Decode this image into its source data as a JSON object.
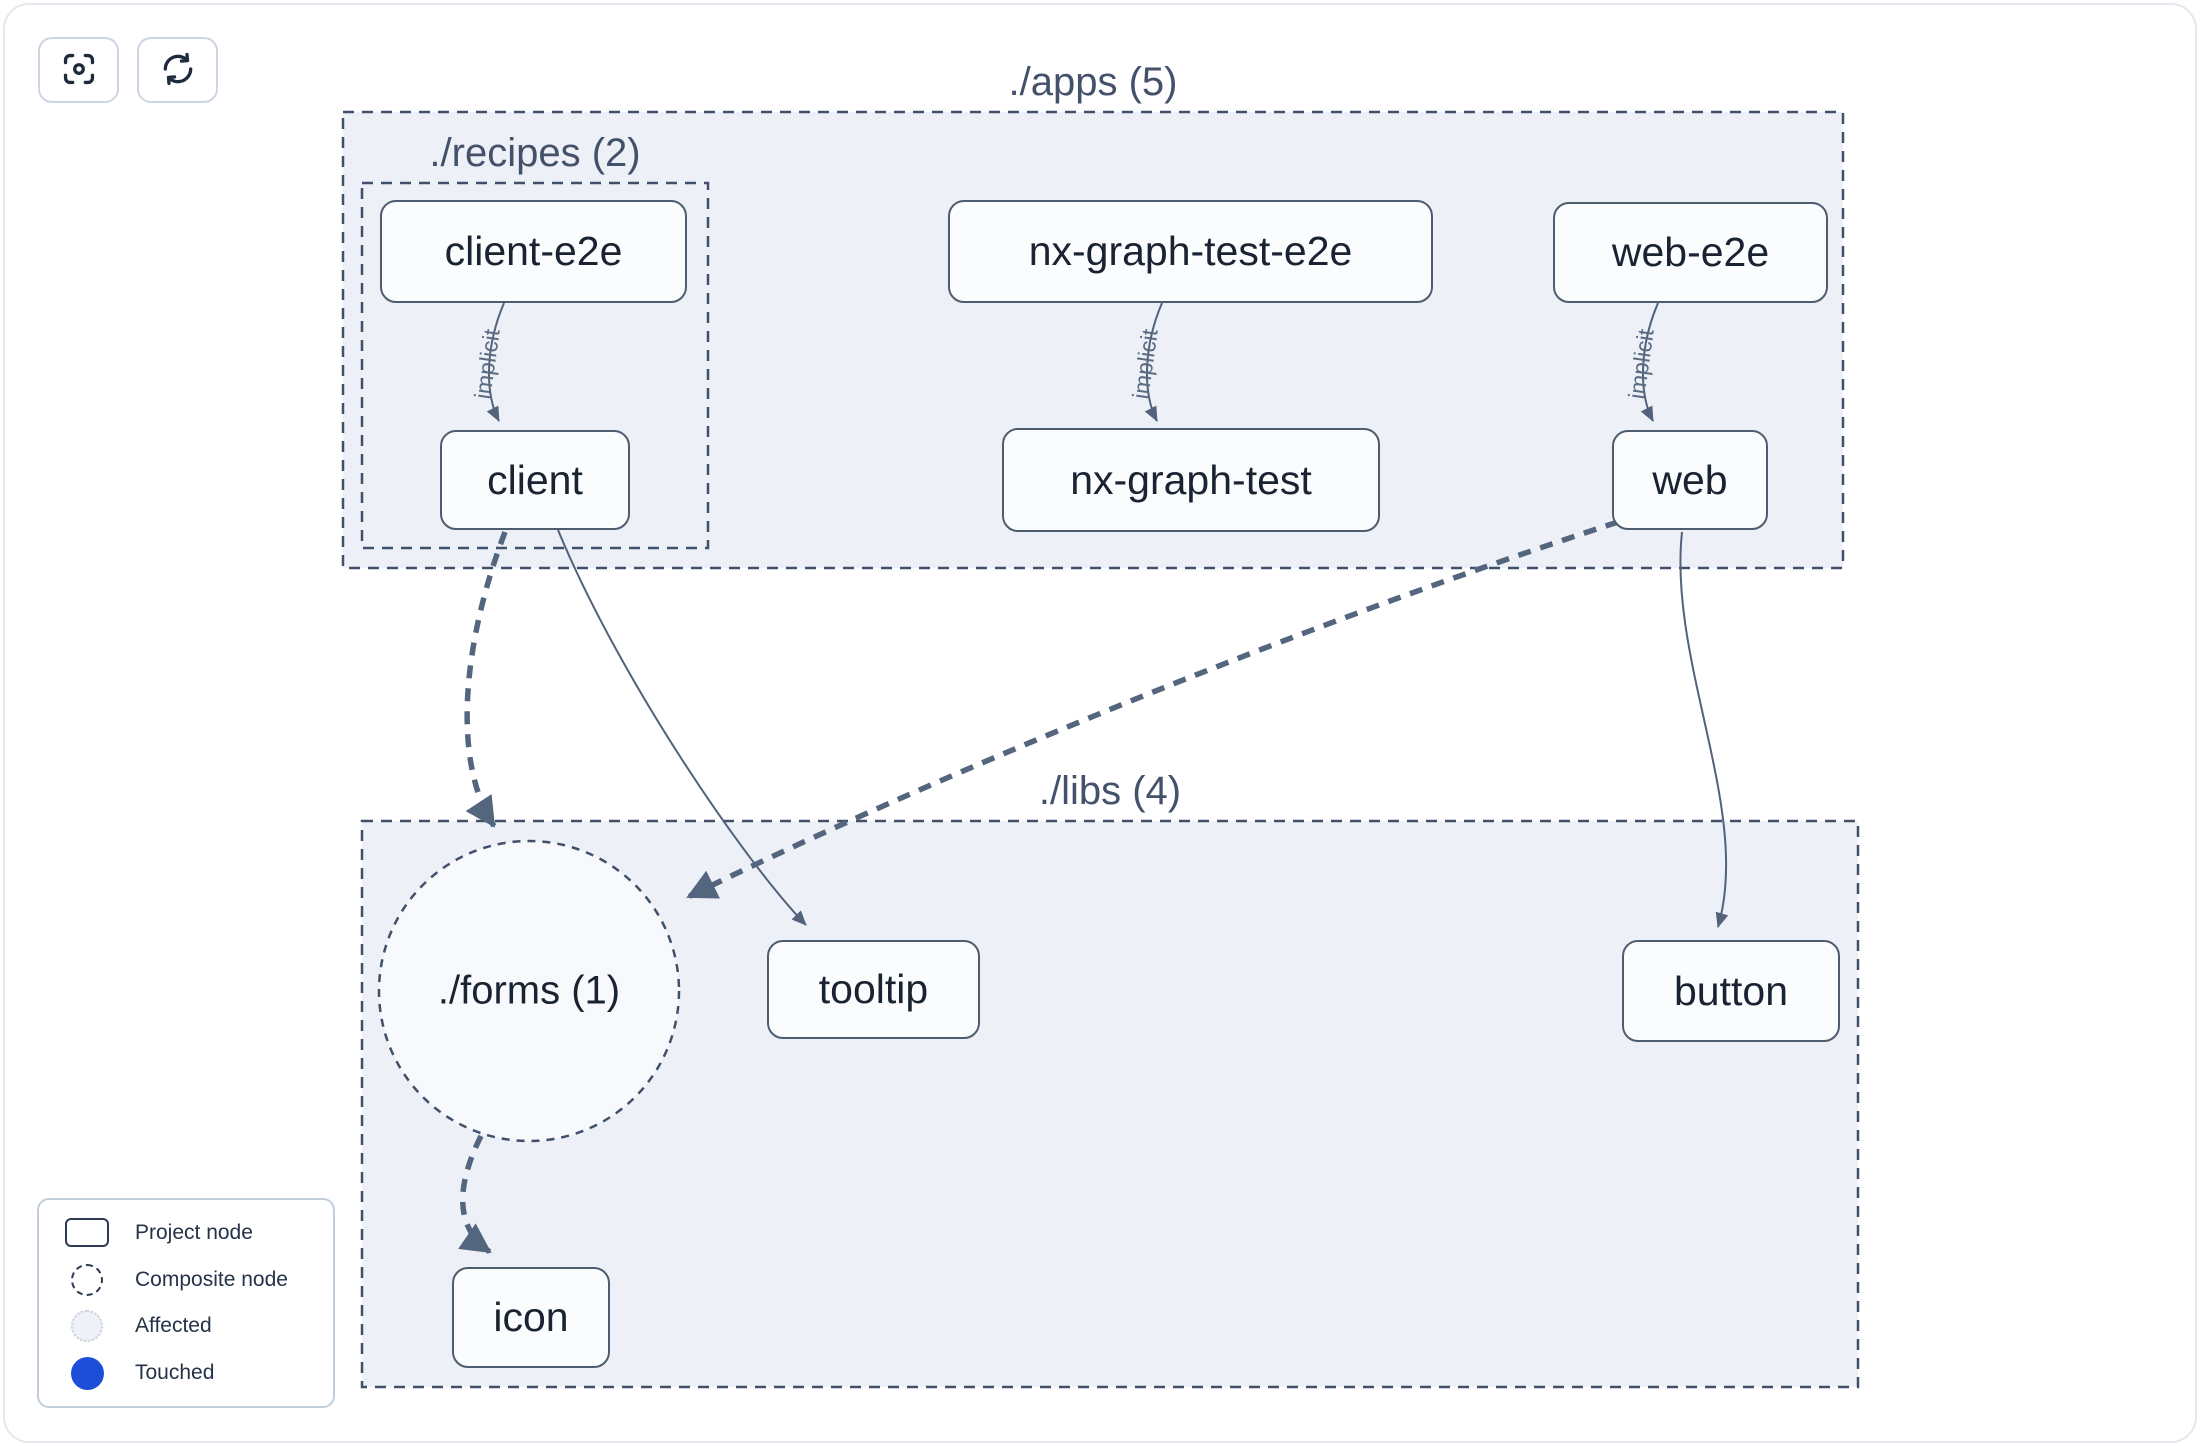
{
  "toolbar": {
    "buttons": [
      {
        "icon": "zoom-to-fit-icon"
      },
      {
        "icon": "refresh-icon"
      }
    ]
  },
  "groups": [
    {
      "id": "apps",
      "label": "./apps (5)"
    },
    {
      "id": "recipes",
      "label": "./recipes (2)"
    },
    {
      "id": "libs",
      "label": "./libs (4)"
    }
  ],
  "composite_nodes": [
    {
      "id": "forms",
      "label": "./forms (1)",
      "shape": "dashed-circle"
    }
  ],
  "nodes": [
    {
      "id": "client-e2e",
      "label": "client-e2e",
      "group": "recipes"
    },
    {
      "id": "nx-graph-test-e2e",
      "label": "nx-graph-test-e2e",
      "group": "apps"
    },
    {
      "id": "web-e2e",
      "label": "web-e2e",
      "group": "apps"
    },
    {
      "id": "client",
      "label": "client",
      "group": "recipes"
    },
    {
      "id": "nx-graph-test",
      "label": "nx-graph-test",
      "group": "apps"
    },
    {
      "id": "web",
      "label": "web",
      "group": "apps"
    },
    {
      "id": "tooltip",
      "label": "tooltip",
      "group": "libs"
    },
    {
      "id": "button",
      "label": "button",
      "group": "libs"
    },
    {
      "id": "icon",
      "label": "icon",
      "group": "libs"
    }
  ],
  "edges": [
    {
      "from": "client-e2e",
      "to": "client",
      "label": "implicit",
      "style": "thin"
    },
    {
      "from": "nx-graph-test-e2e",
      "to": "nx-graph-test",
      "label": "implicit",
      "style": "thin"
    },
    {
      "from": "web-e2e",
      "to": "web",
      "label": "implicit",
      "style": "thin"
    },
    {
      "from": "client",
      "to": "forms",
      "label": "",
      "style": "thick-dashed"
    },
    {
      "from": "client",
      "to": "tooltip",
      "label": "",
      "style": "thin"
    },
    {
      "from": "web",
      "to": "forms",
      "label": "",
      "style": "thick-dashed"
    },
    {
      "from": "web",
      "to": "button",
      "label": "",
      "style": "thin"
    },
    {
      "from": "forms",
      "to": "icon",
      "label": "",
      "style": "thick-dashed"
    }
  ],
  "legend": {
    "items": [
      {
        "icon": "project-node-swatch",
        "label": "Project node"
      },
      {
        "icon": "composite-node-swatch",
        "label": "Composite node"
      },
      {
        "icon": "affected-swatch",
        "label": "Affected"
      },
      {
        "icon": "touched-swatch",
        "label": "Touched"
      }
    ]
  },
  "colors": {
    "container_fill": "#edf1f7",
    "composite_fill": "#f7f9fc",
    "dashed_border": "#41506a",
    "node_border": "#4e5c70",
    "node_fill": "#fbfcfe",
    "node_text": "#1a2332",
    "group_label": "#44516a",
    "edge_thin": "#53627b",
    "edge_thick": "#54657e",
    "edge_label": "#5b6b82",
    "touched_blue": "#1d4ed8",
    "affected_fill": "#eef1f6",
    "affected_border": "#c9d2dd"
  }
}
